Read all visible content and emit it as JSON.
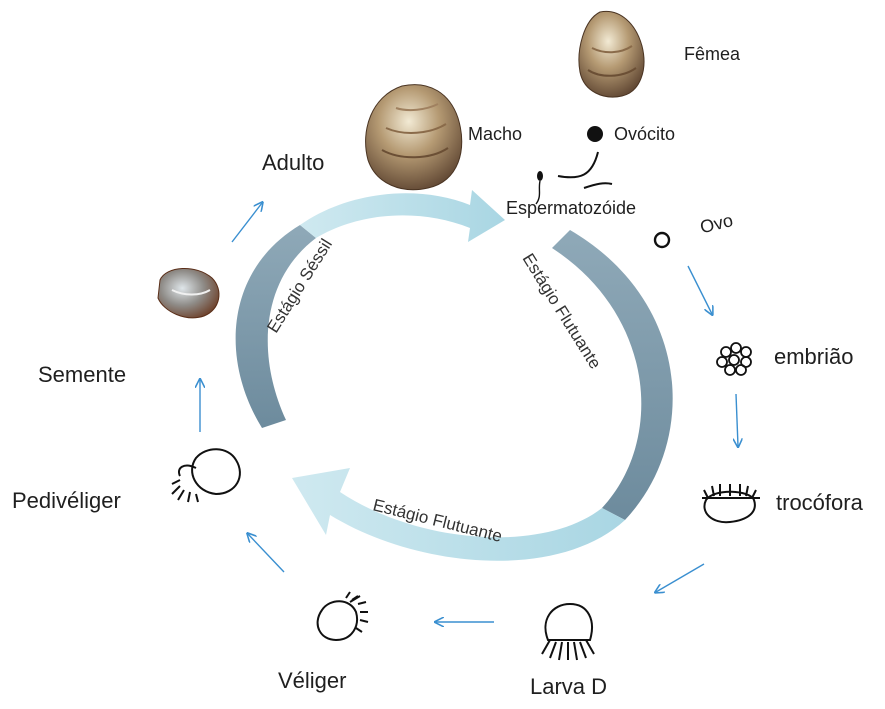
{
  "stages": {
    "adulto": "Adulto",
    "macho": "Macho",
    "femea": "Fêmea",
    "ovocito": "Ovócito",
    "espermatozoide": "Espermatozóide",
    "ovo": "Ovo",
    "embriao": "embrião",
    "trocofora": "trocófora",
    "larva_d": "Larva D",
    "veliger": "Véliger",
    "pedivel": "Pedivéliger",
    "semente": "Semente"
  },
  "cycle": {
    "sessil": "Estágio Séssil",
    "flutuante_right": "Estágio Flutuante",
    "flutuante_bottom": "Estágio Flutuante"
  },
  "colors": {
    "arrow_light": "#b9dde7",
    "arrow_dark": "#7e9bab",
    "small_arrow": "#3a8fd0"
  }
}
